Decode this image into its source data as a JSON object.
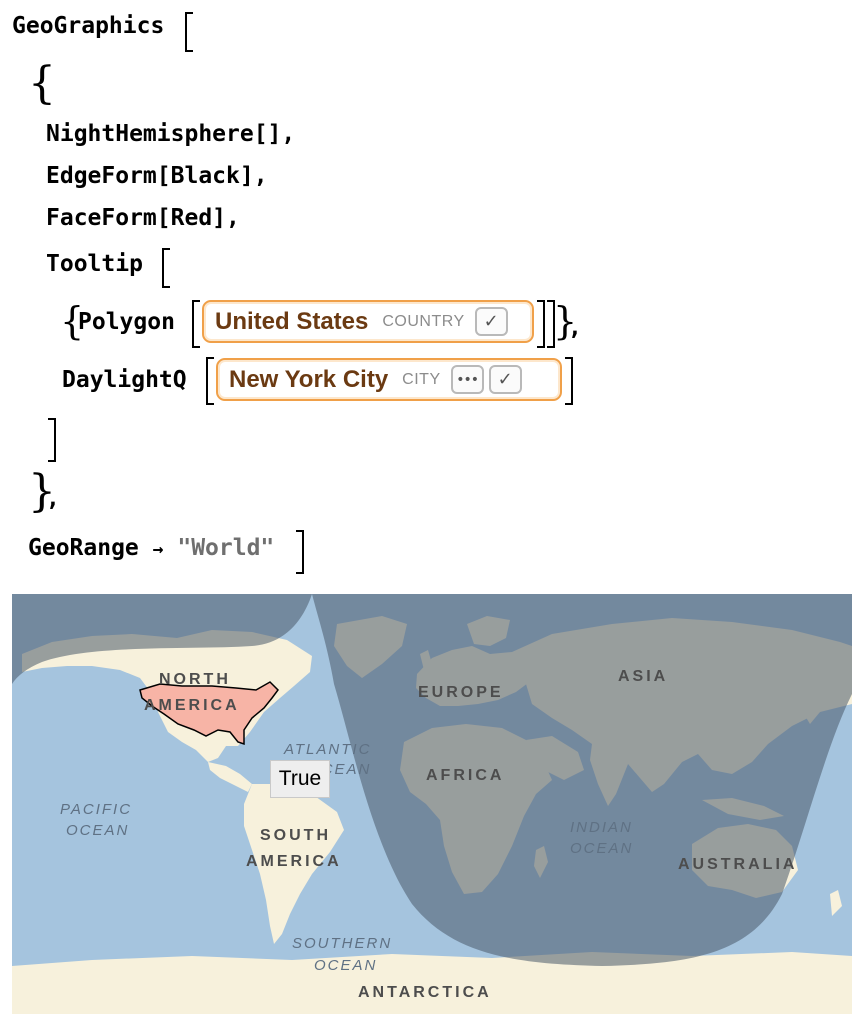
{
  "code": {
    "geographics": "GeoGraphics",
    "open_brace": "{",
    "night_hemisphere": "NightHemisphere[],",
    "edgeform": "EdgeForm[Black],",
    "faceform": "FaceForm[Red],",
    "tooltip_fn": "Tooltip",
    "polygon_open": "{Polygon",
    "polygon_close": "},",
    "daylightq": "DaylightQ",
    "close_brace": "},",
    "georange": "GeoRange",
    "arrow": "→",
    "world_string": "\"World\""
  },
  "entities": {
    "us": {
      "name": "United States",
      "type": "COUNTRY",
      "check_icon": "check-icon"
    },
    "nyc": {
      "name": "New York City",
      "type": "CITY",
      "more_icon": "ellipsis-icon",
      "check_icon": "check-icon"
    }
  },
  "map": {
    "labels": {
      "north_america_1": "NORTH",
      "north_america_2": "AMERICA",
      "europe": "EUROPE",
      "asia": "ASIA",
      "africa": "AFRICA",
      "south_america_1": "SOUTH",
      "south_america_2": "AMERICA",
      "australia": "AUSTRALIA",
      "antarctica": "ANTARCTICA",
      "atlantic_1": "ATLANTIC",
      "atlantic_2": "OCEAN",
      "pacific_1": "PACIFIC",
      "pacific_2": "OCEAN",
      "indian_1": "INDIAN",
      "indian_2": "OCEAN",
      "southern_1": "SOUTHERN",
      "southern_2": "OCEAN"
    },
    "tooltip": "True",
    "colors": {
      "ocean": "#a5c4de",
      "land": "#f7f1dc",
      "night": "#4a5a6a",
      "highlight": "#f7b4a6"
    }
  }
}
